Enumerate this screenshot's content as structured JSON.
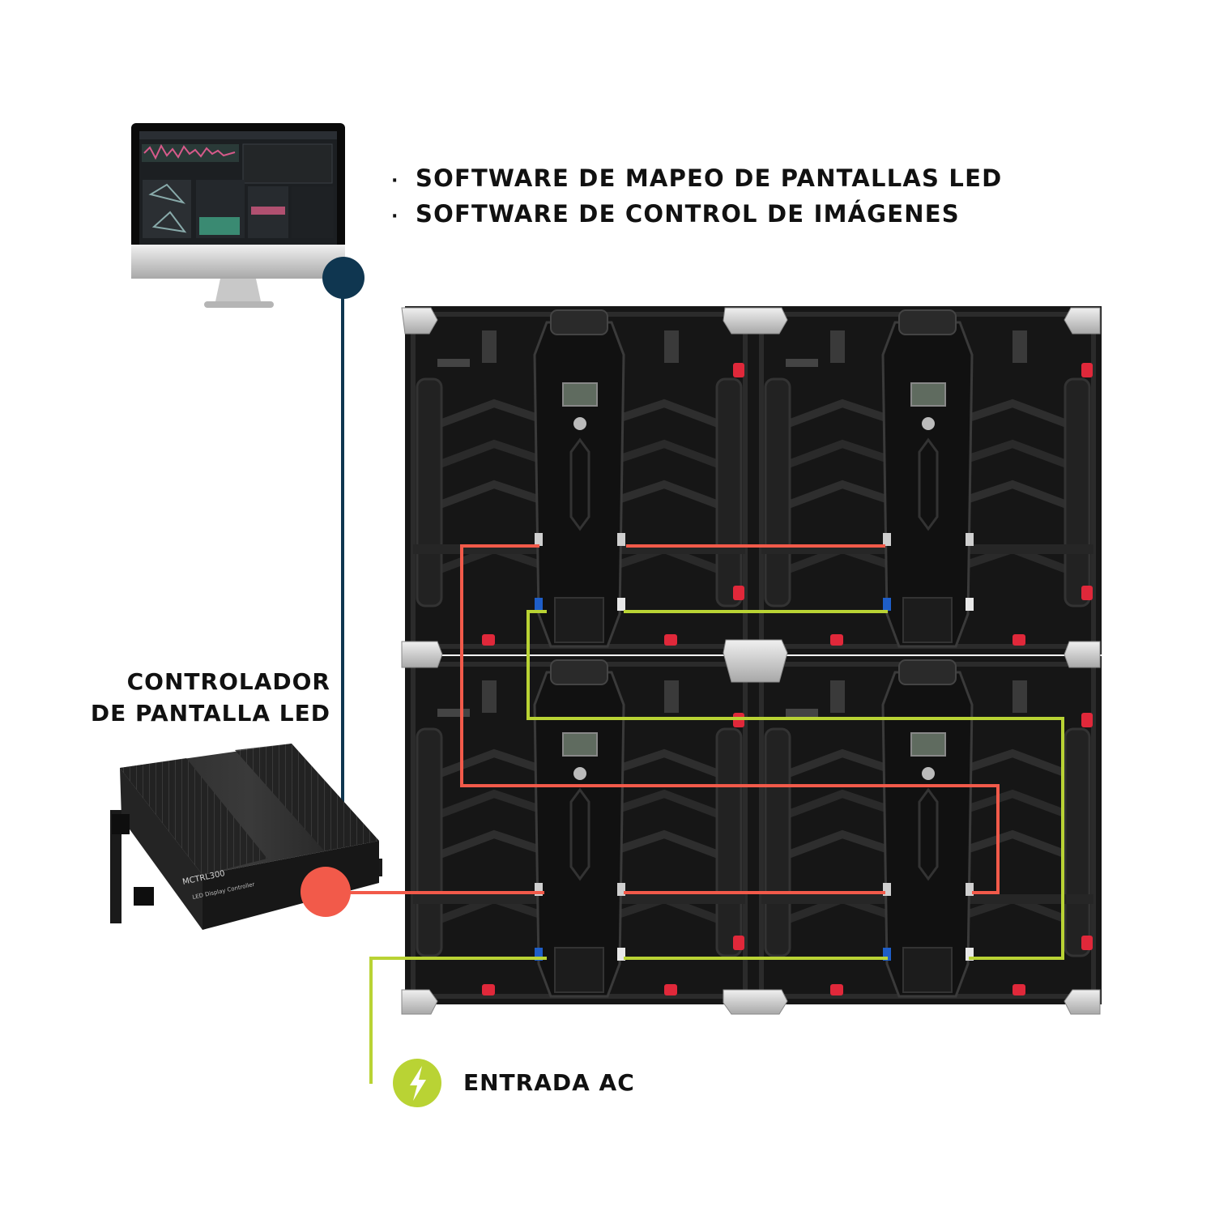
{
  "software_bullets": [
    "SOFTWARE DE MAPEO DE PANTALLAS LED",
    "SOFTWARE DE CONTROL DE IMÁGENES"
  ],
  "bullet_glyph": "·",
  "controller": {
    "label_line1": "CONTROLADOR",
    "label_line2": "DE PANTALLA LED",
    "model": "MCTRL300",
    "subtitle": "LED Display Controller"
  },
  "power": {
    "label": "ENTRADA AC",
    "icon": "lightning-bolt-icon"
  },
  "colors": {
    "computer_link": "#0f3650",
    "data_line": "#f25a4a",
    "power_line": "#b9d334",
    "cabinet": "#1a1a1a"
  },
  "cabinet_count": 4
}
